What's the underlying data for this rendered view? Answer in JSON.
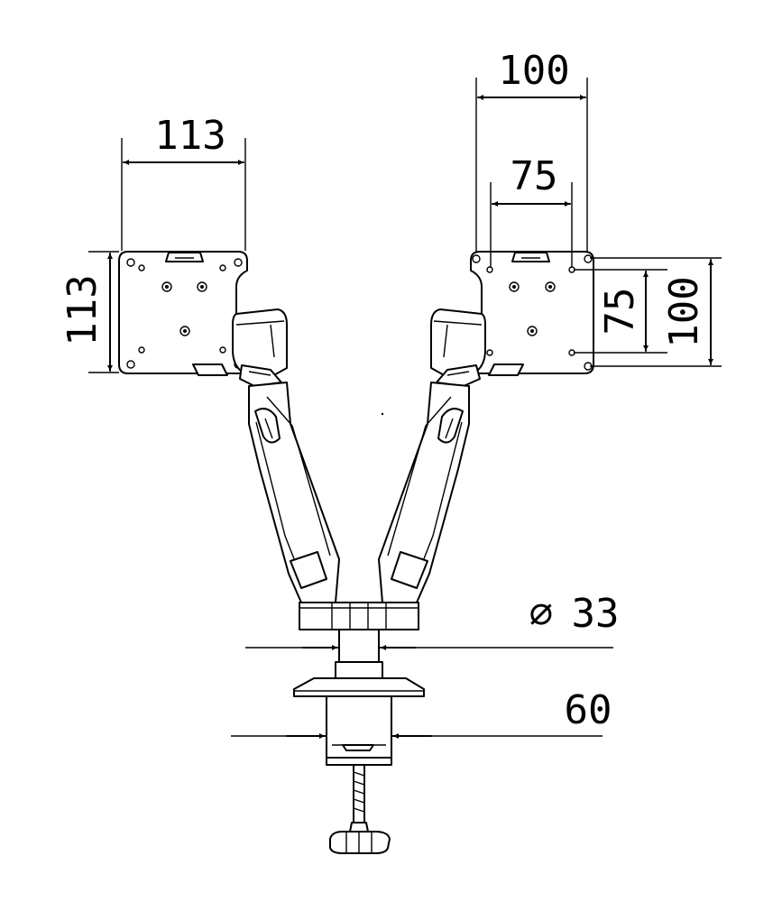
{
  "dimensions": {
    "left_width": "113",
    "left_height": "113",
    "right_outer_width": "100",
    "right_inner_width": "75",
    "right_inner_height": "75",
    "right_outer_height": "100",
    "pole_diameter": "33",
    "clamp_width": "60"
  },
  "symbols": {
    "diameter": "⌀"
  },
  "colors": {
    "line": "#000000",
    "background": "#ffffff"
  }
}
